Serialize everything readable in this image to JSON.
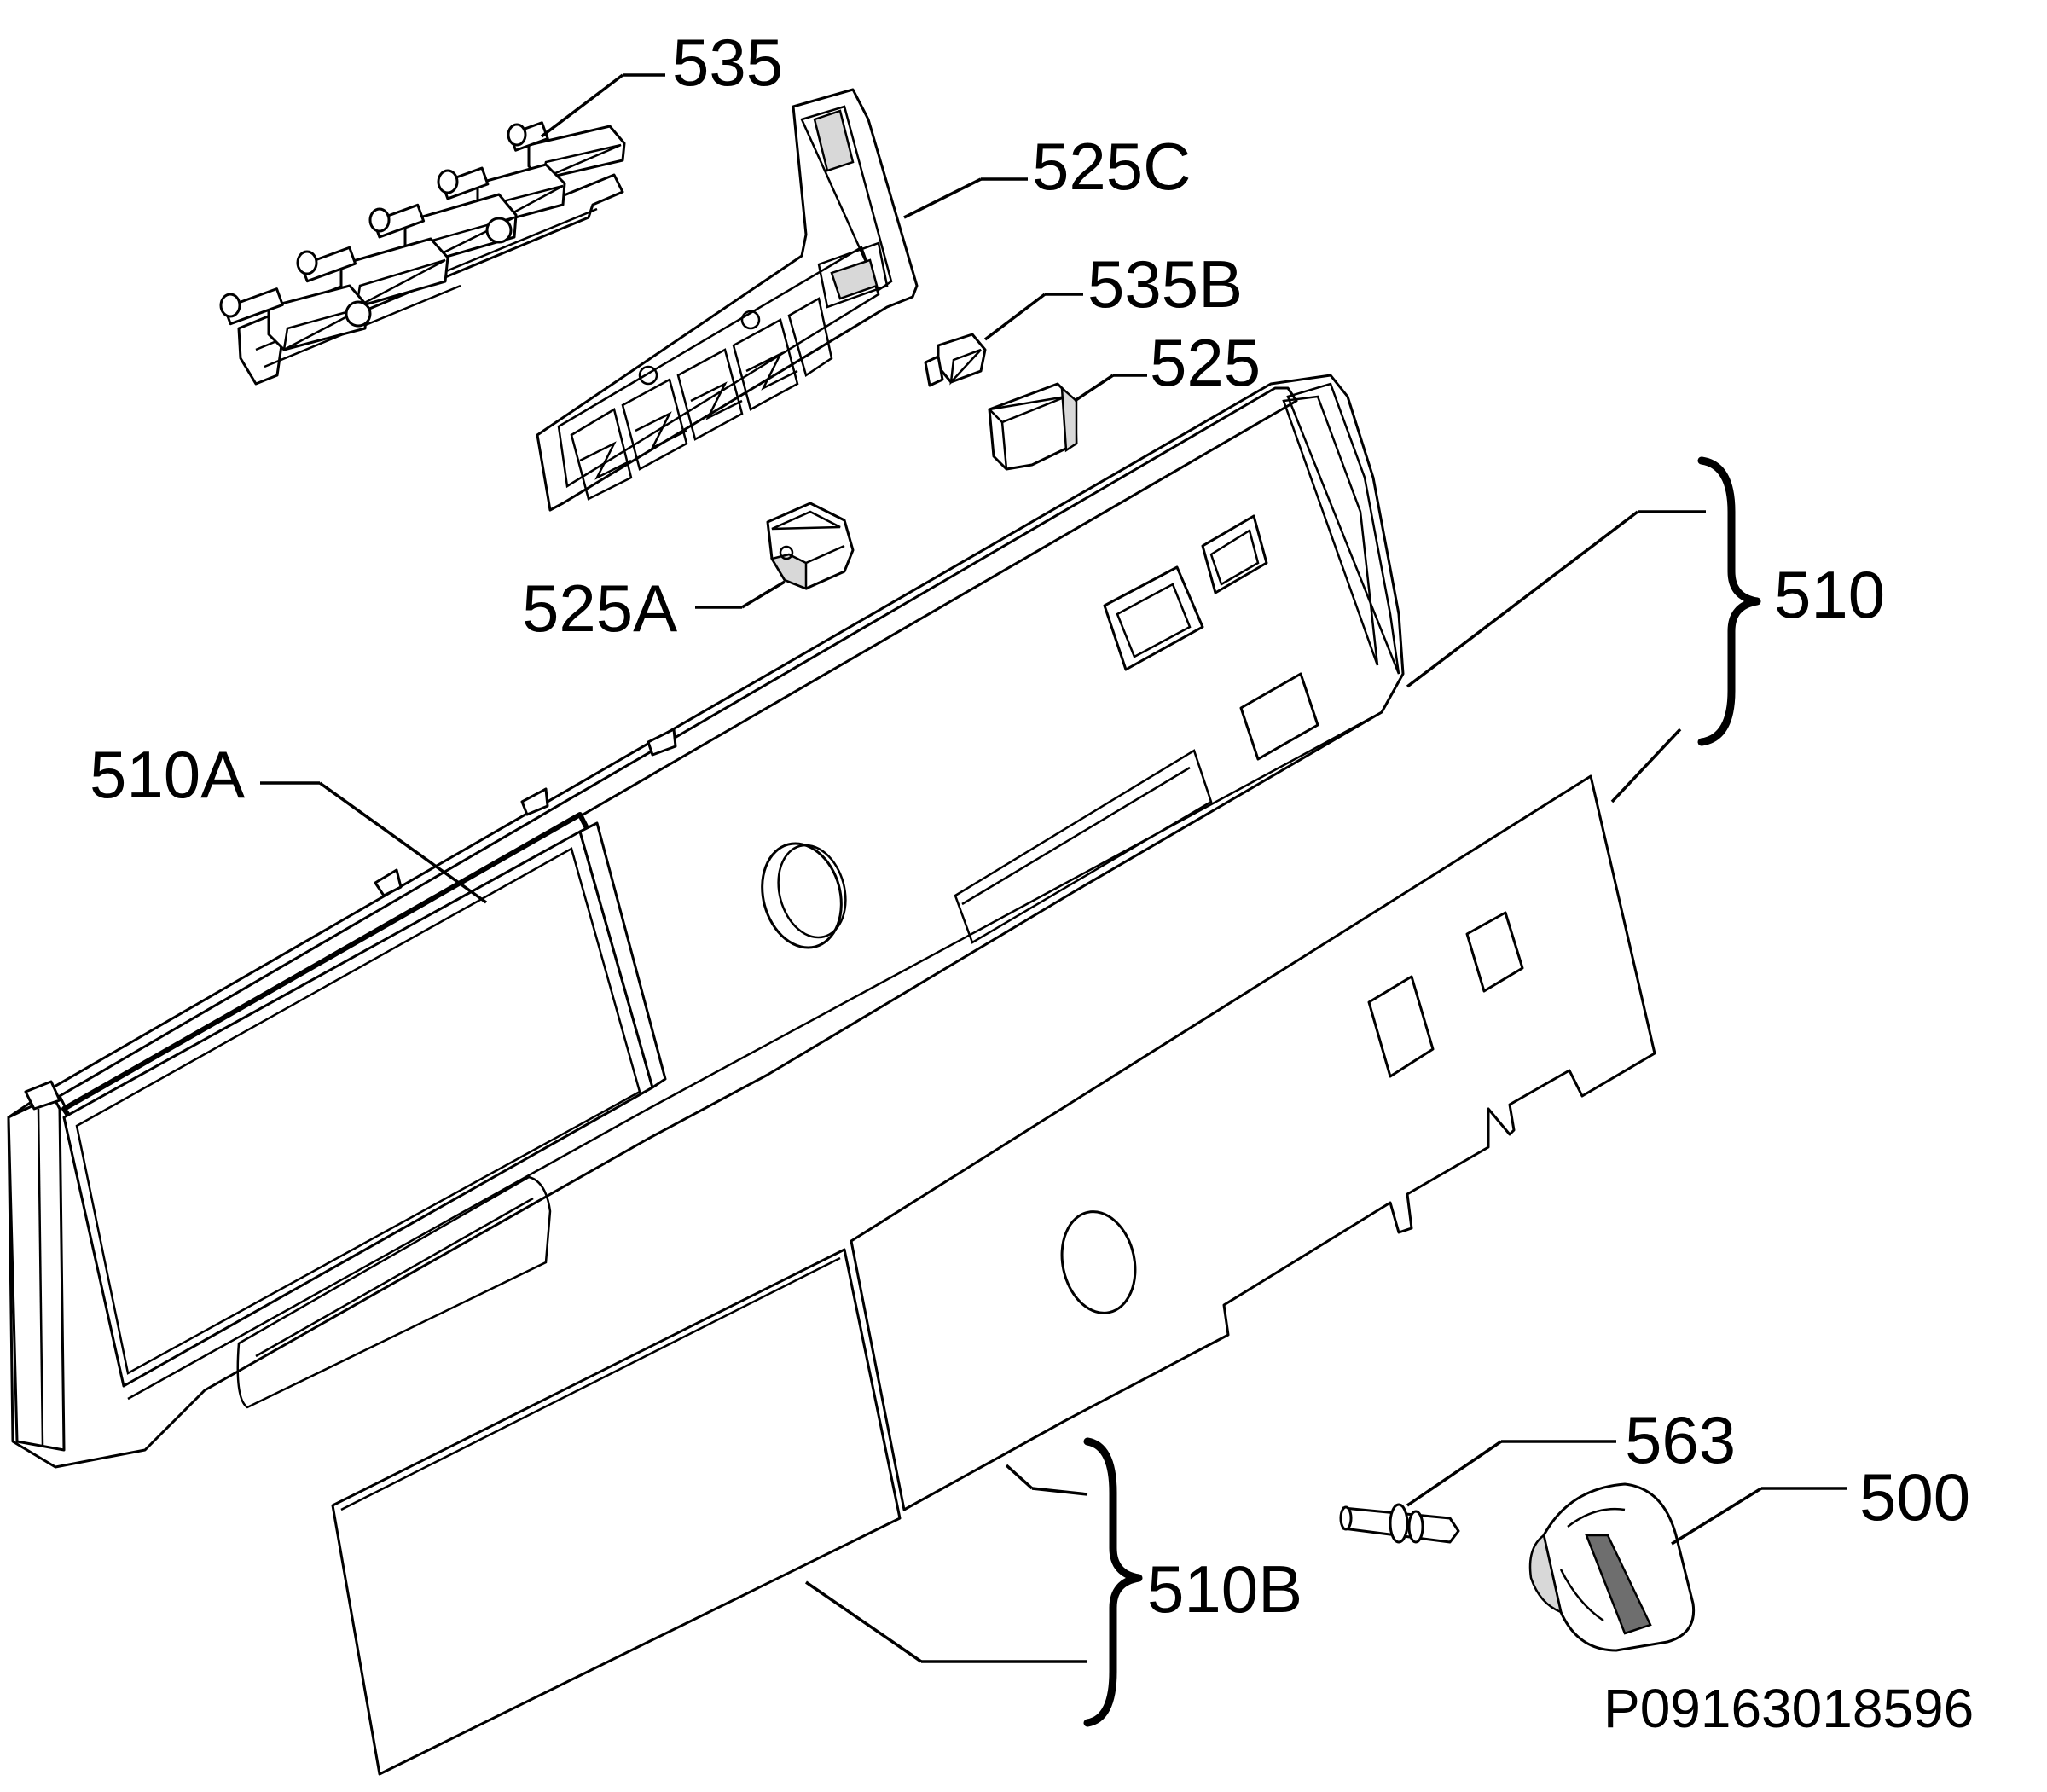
{
  "diagram": {
    "callouts": {
      "c535": "535",
      "c525C": "525C",
      "c535B": "535B",
      "c525": "525",
      "c525A": "525A",
      "c510": "510",
      "c510A": "510A",
      "c563": "563",
      "c500": "500",
      "c510B": "510B"
    },
    "reference": "P09163018596"
  }
}
